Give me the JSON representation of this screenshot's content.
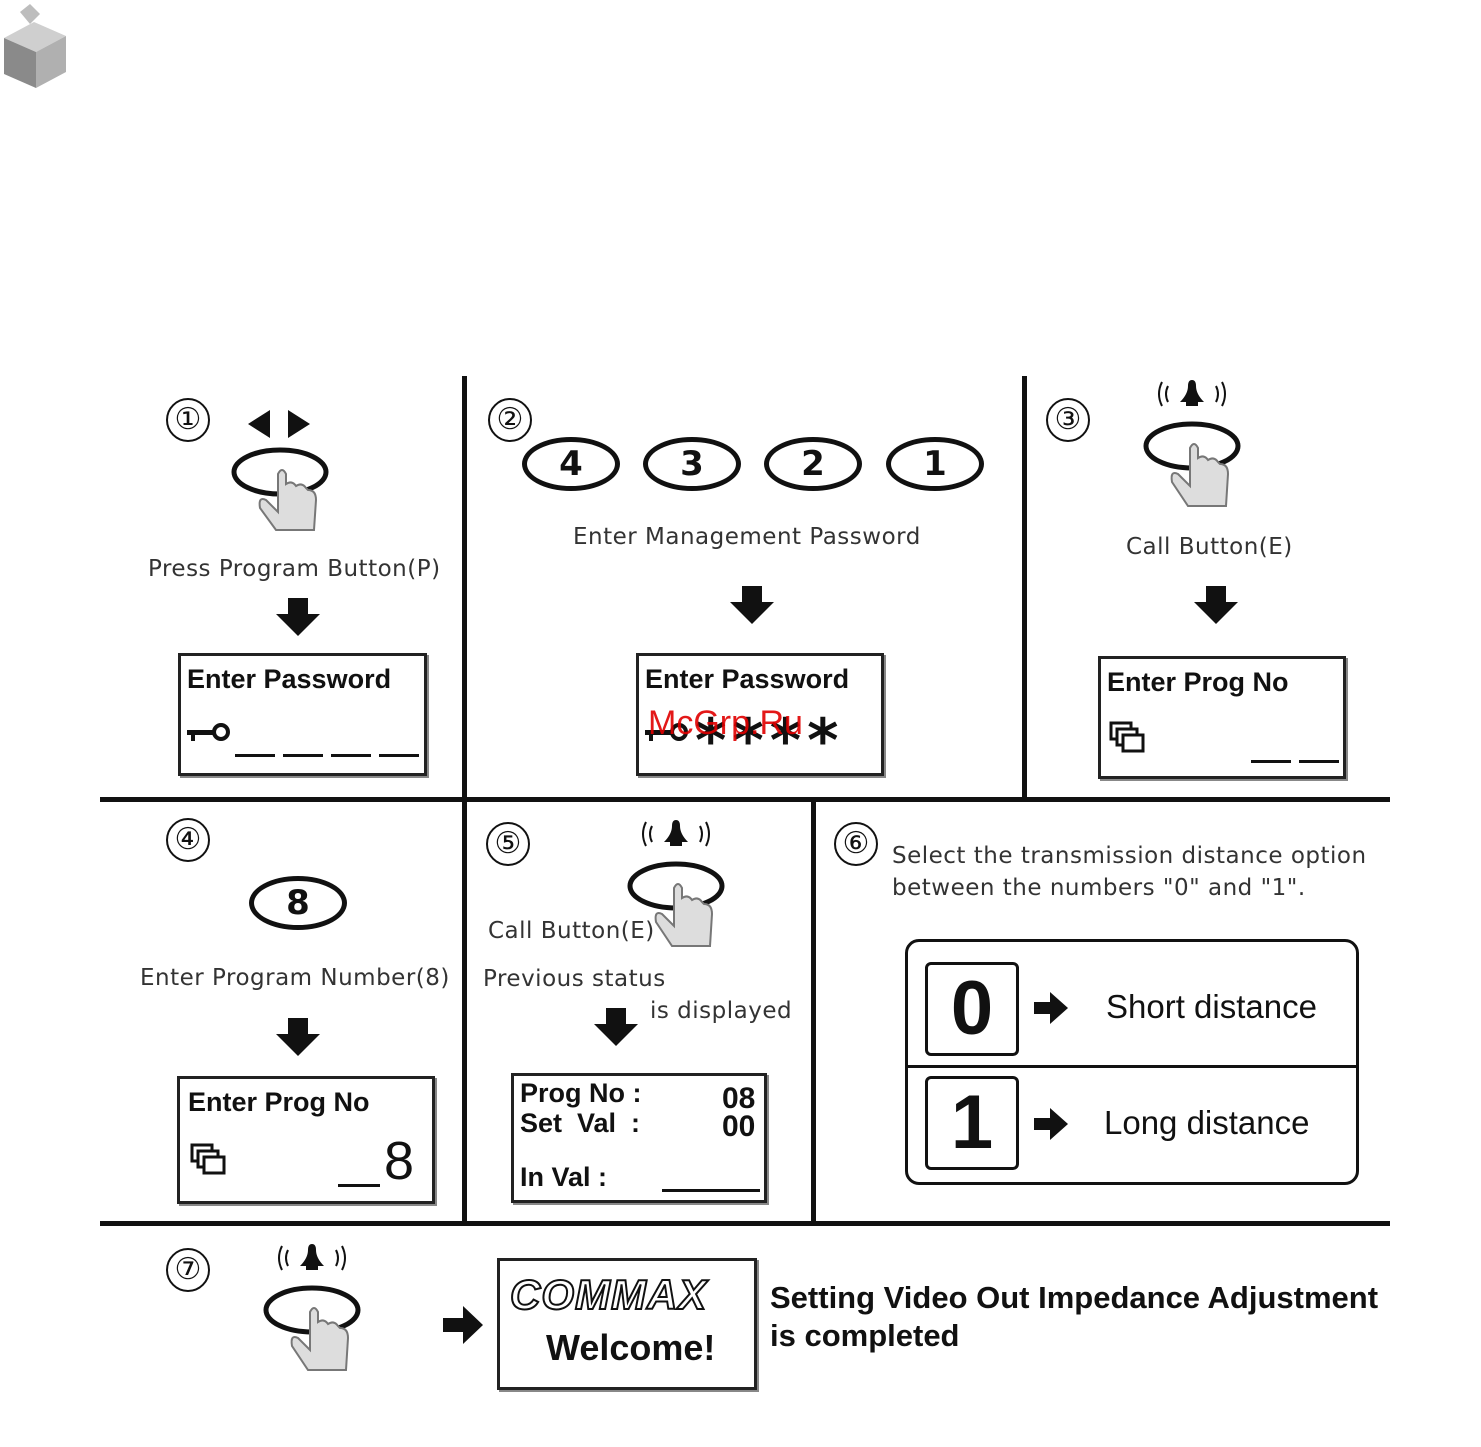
{
  "steps": {
    "s1": {
      "num": "①",
      "caption": "Press Program Button(P)",
      "lcd_title": "Enter Password"
    },
    "s2": {
      "num": "②",
      "keys": [
        "4",
        "3",
        "2",
        "1"
      ],
      "caption": "Enter Management Password",
      "lcd_title": "Enter Password",
      "masked": "****"
    },
    "s3": {
      "num": "③",
      "caption": "Call Button(E)",
      "lcd_title": "Enter Prog No"
    },
    "s4": {
      "num": "④",
      "key": "8",
      "caption": "Enter Program Number(8)",
      "lcd_title": "Enter Prog No",
      "lcd_value": "8"
    },
    "s5": {
      "num": "⑤",
      "caption_call": "Call Button(E)",
      "caption_prev": "Previous status",
      "caption_disp": "is displayed",
      "lcd_rows": [
        {
          "label": "Prog No :",
          "value": "08"
        },
        {
          "label": "Set  Val  :",
          "value": "00"
        },
        {
          "label": "In Val :",
          "value": ""
        }
      ]
    },
    "s6": {
      "num": "⑥",
      "text_line1": "Select the transmission distance option",
      "text_line2": "between the numbers \"0\" and \"1\".",
      "options": [
        {
          "digit": "0",
          "label": "Short distance"
        },
        {
          "digit": "1",
          "label": "Long distance"
        }
      ]
    },
    "s7": {
      "num": "⑦",
      "brand": "COMMAX",
      "welcome": "Welcome!",
      "result_line1": "Setting Video Out Impedance Adjustment",
      "result_line2": "is completed"
    }
  },
  "watermark": "McGrp.Ru"
}
